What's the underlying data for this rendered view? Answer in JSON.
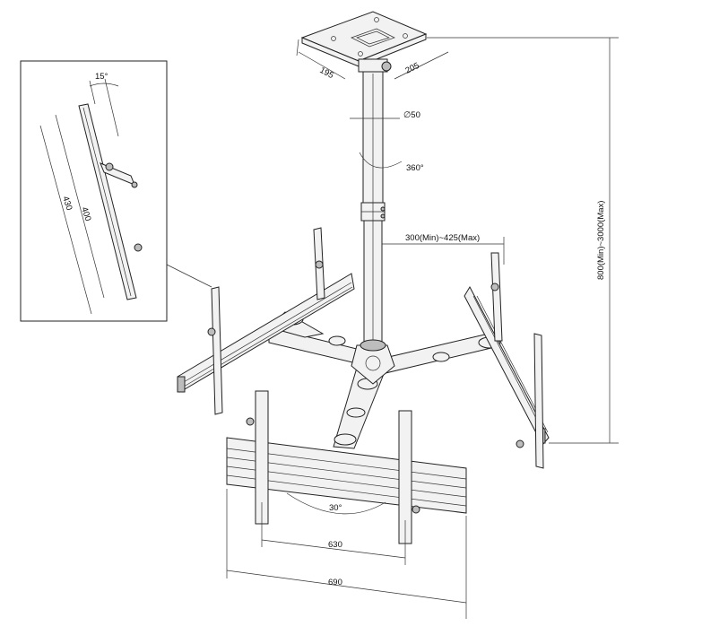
{
  "dimensions": {
    "plate_width": "195",
    "plate_depth": "205",
    "pole_diameter": "50",
    "rotation": "360°",
    "arm_length": "300(Min)~425(Max)",
    "height_range": "800(Min)~3000(Max)",
    "tilt_angle_detail": "15°",
    "hole_spacing_detail": "400",
    "bracket_length_detail": "430",
    "swivel_angle": "30°",
    "inner_width": "630",
    "outer_width": "690"
  }
}
